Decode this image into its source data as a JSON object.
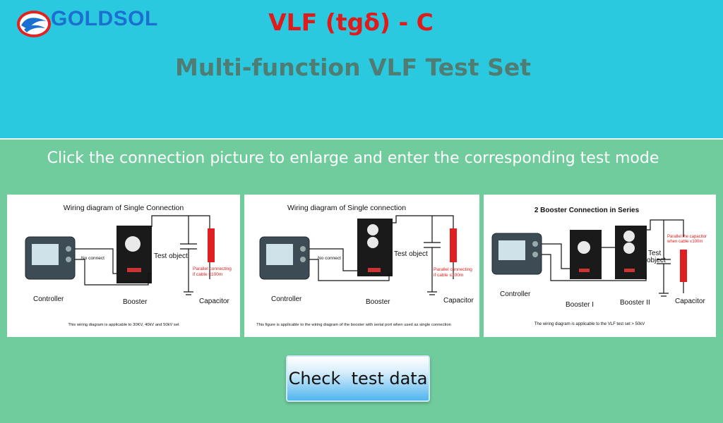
{
  "brand": {
    "name": "GOLDSOL"
  },
  "header": {
    "title": "VLF (tgδ) - C",
    "subtitle": "Multi-function VLF Test Set"
  },
  "instruction": "Click the connection picture to enlarge and enter the corresponding test mode",
  "cards": [
    {
      "title": "Wiring diagram of Single Connection",
      "labels": {
        "controller": "Controller",
        "booster": "Booster",
        "test_object": "Test object",
        "capacitor": "Capacitor",
        "no_connect": "No connect",
        "note_line1": "Parallel connecting",
        "note_line2": "if cable ≤100m"
      },
      "footnote": "This wiring diagram is applicable to 30KV, 40kV and 50kV set"
    },
    {
      "title": "Wiring diagram of Single connection",
      "labels": {
        "controller": "Controller",
        "booster": "Booster",
        "test_object": "Test object",
        "capacitor": "Capacitor",
        "no_connect": "No connect",
        "note_line1": "Parallel connecting",
        "note_line2": "if cable ≤100m"
      },
      "footnote": "This figure is applicable to the wiring diagram of the booster with serial port when used as single connection"
    },
    {
      "title": "2 Booster Connection in Series",
      "labels": {
        "controller": "Controller",
        "booster1": "Booster I",
        "booster2": "Booster II",
        "test_object_1": "Test",
        "test_object_2": "object",
        "capacitor": "Capacitor",
        "note_line1": "Parallel the capacitor",
        "note_line2": "when cable ≤100m"
      },
      "footnote": "The wiring diagram is applicable to the VLF test set > 50kV"
    }
  ],
  "buttons": {
    "check_test_data": "Check  test data"
  },
  "colors": {
    "header_bg": "#2ac9df",
    "main_bg": "#70cc9c",
    "title_red": "#e01b1b",
    "subtitle": "#4f7d73",
    "capacitor_red": "#e02020",
    "logo_blue": "#1b6fd0"
  }
}
